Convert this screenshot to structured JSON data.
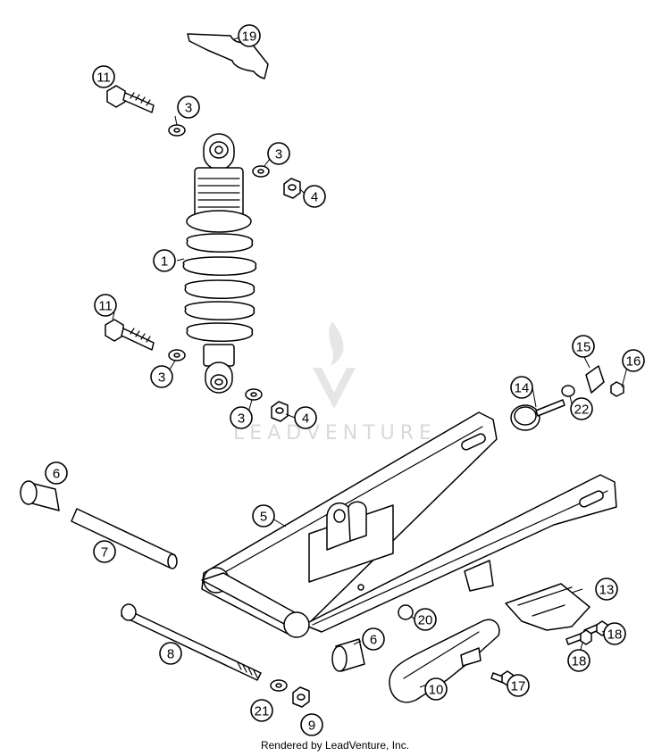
{
  "watermark": {
    "text": "LEADVENTURE"
  },
  "footer": {
    "text": "Rendered by LeadVenture, Inc."
  },
  "callouts": [
    {
      "id": "c19",
      "label": "19"
    },
    {
      "id": "c11a",
      "label": "11"
    },
    {
      "id": "c3a",
      "label": "3"
    },
    {
      "id": "c3b",
      "label": "3"
    },
    {
      "id": "c4a",
      "label": "4"
    },
    {
      "id": "c1",
      "label": "1"
    },
    {
      "id": "c11b",
      "label": "11"
    },
    {
      "id": "c3c",
      "label": "3"
    },
    {
      "id": "c3d",
      "label": "3"
    },
    {
      "id": "c4b",
      "label": "4"
    },
    {
      "id": "c15",
      "label": "15"
    },
    {
      "id": "c16",
      "label": "16"
    },
    {
      "id": "c14",
      "label": "14"
    },
    {
      "id": "c22",
      "label": "22"
    },
    {
      "id": "c6a",
      "label": "6"
    },
    {
      "id": "c5",
      "label": "5"
    },
    {
      "id": "c7",
      "label": "7"
    },
    {
      "id": "c13",
      "label": "13"
    },
    {
      "id": "c20",
      "label": "20"
    },
    {
      "id": "c18a",
      "label": "18"
    },
    {
      "id": "c6b",
      "label": "6"
    },
    {
      "id": "c18b",
      "label": "18"
    },
    {
      "id": "c8",
      "label": "8"
    },
    {
      "id": "c17",
      "label": "17"
    },
    {
      "id": "c10",
      "label": "10"
    },
    {
      "id": "c21",
      "label": "21"
    },
    {
      "id": "c9",
      "label": "9"
    }
  ]
}
